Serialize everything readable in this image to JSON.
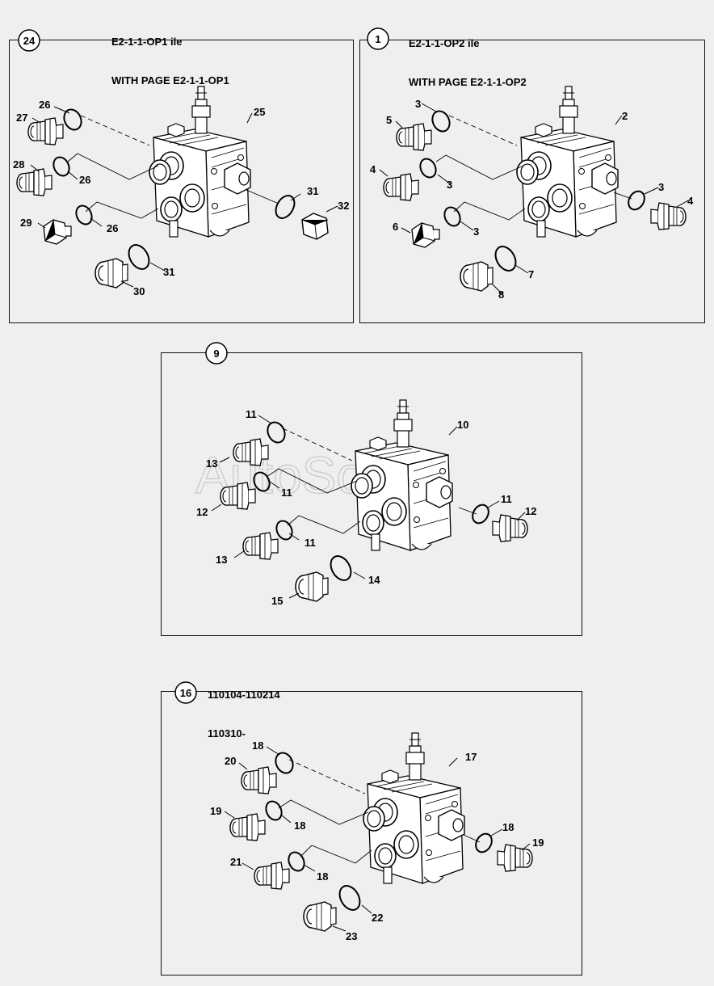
{
  "headers": [
    {
      "id": "h1",
      "line1": "E2-1-1-OP1 ile",
      "line2": "WITH PAGE E2-1-1-OP1"
    },
    {
      "id": "h2",
      "line1": "E2-1-1-OP2 ile",
      "line2": "WITH PAGE E2-1-1-OP2"
    },
    {
      "id": "h3",
      "line1": "110104-110214",
      "line2": "110310-"
    }
  ],
  "watermark": "AutoSoft",
  "panels": [
    {
      "badge": "24",
      "labels": [
        "26",
        "27",
        "28",
        "26",
        "29",
        "26",
        "25",
        "31",
        "32",
        "31",
        "30"
      ]
    },
    {
      "badge": "1",
      "labels": [
        "3",
        "5",
        "4",
        "3",
        "6",
        "3",
        "2",
        "3",
        "4",
        "7",
        "8"
      ]
    },
    {
      "badge": "9",
      "labels": [
        "11",
        "13",
        "11",
        "12",
        "11",
        "13",
        "10",
        "11",
        "12",
        "14",
        "15"
      ]
    },
    {
      "badge": "16",
      "labels": [
        "18",
        "20",
        "19",
        "18",
        "21",
        "18",
        "17",
        "18",
        "19",
        "22",
        "23"
      ]
    }
  ]
}
